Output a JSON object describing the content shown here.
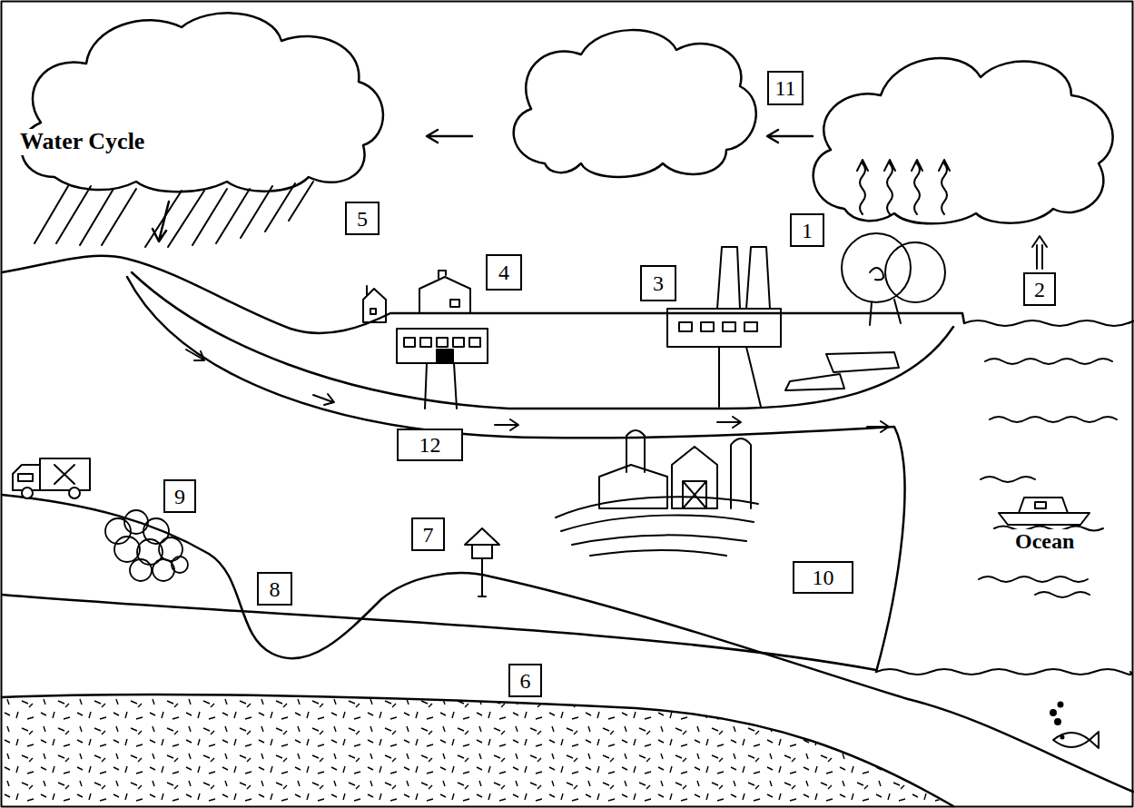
{
  "diagram": {
    "title": "Water Cycle",
    "nodes": [
      {
        "text": [
          "11"
        ]
      },
      {
        "text": [
          "5"
        ]
      },
      {
        "text": [
          "1"
        ]
      },
      {
        "text": [
          "4"
        ]
      },
      {
        "text": [
          "3"
        ]
      },
      {
        "text": [
          "2"
        ]
      },
      {
        "text": [
          "12"
        ]
      },
      {
        "text": [
          "9"
        ]
      },
      {
        "text": [
          "7"
        ]
      },
      {
        "text": [
          "8"
        ]
      },
      {
        "text": [
          "10"
        ]
      },
      {
        "text": [
          "6"
        ]
      }
    ],
    "labels": [
      "Ocean"
    ]
  }
}
